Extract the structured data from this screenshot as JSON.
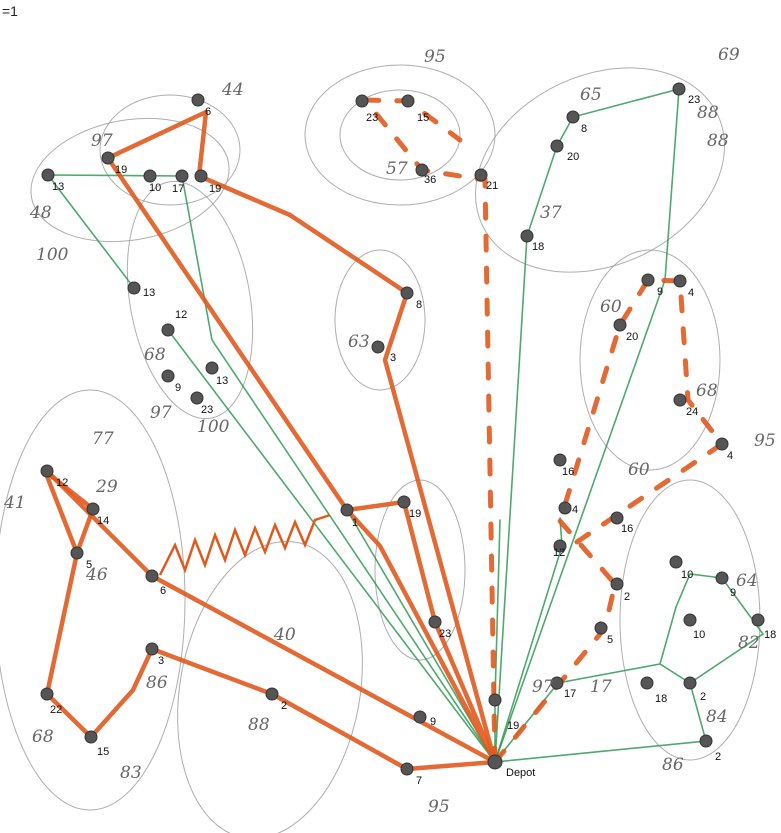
{
  "corner_label": "=1",
  "depot_label": "Depot",
  "node_labels": {
    "n1": "12",
    "n2": "14",
    "n3": "5",
    "n4": "6",
    "n5": "3",
    "n6": "22",
    "n7": "15",
    "n8": "2",
    "n9": "9",
    "n10": "7",
    "n11": "13",
    "n12": "19",
    "n13": "6",
    "n14": "10",
    "n15": "17",
    "n16": "19",
    "n17": "13",
    "n18": "12",
    "n19": "9",
    "n20": "23",
    "n21": "13",
    "n22": "8",
    "n23": "3",
    "n24": "23",
    "n25": "15",
    "n26": "36",
    "n27": "21",
    "n28": "1",
    "n29": "19",
    "n30": "23",
    "n31": "19",
    "n32": "8",
    "n33": "20",
    "n34": "18",
    "n35": "23",
    "n36": "9",
    "n37": "4",
    "n38": "20",
    "n39": "24",
    "n40": "4",
    "n41": "16",
    "n42": "4",
    "n43": "16",
    "n44": "12",
    "n45": "2",
    "n46": "5",
    "n47": "17",
    "n48": "10",
    "n49": "9",
    "n50": "10",
    "n51": "18",
    "n52": "18",
    "n53": "2",
    "n54": "2"
  },
  "handwriting": {
    "h1": "95",
    "h2": "69",
    "h3": "88",
    "h4": "88",
    "h5": "97",
    "h6": "44",
    "h7": "48",
    "h8": "100",
    "h9": "68",
    "h10": "97",
    "h11": "100",
    "h12": "63",
    "h13": "41",
    "h14": "46",
    "h15": "86",
    "h16": "68",
    "h17": "83",
    "h18": "88",
    "h19": "95",
    "h20": "60",
    "h21": "97",
    "h22": "95",
    "h23": "60",
    "h24": "68",
    "h25": "82",
    "h26": "86",
    "h27": "64",
    "h28": "84",
    "h29": "17",
    "h30": "57",
    "h31": "37",
    "h32": "77",
    "h33": "40",
    "h34": "65",
    "h35": "29"
  },
  "colors": {
    "route_primary": "#e05a1e",
    "route_secondary": "#2f9a55",
    "node": "#555555",
    "cluster_outline": "#9a9a9a"
  }
}
